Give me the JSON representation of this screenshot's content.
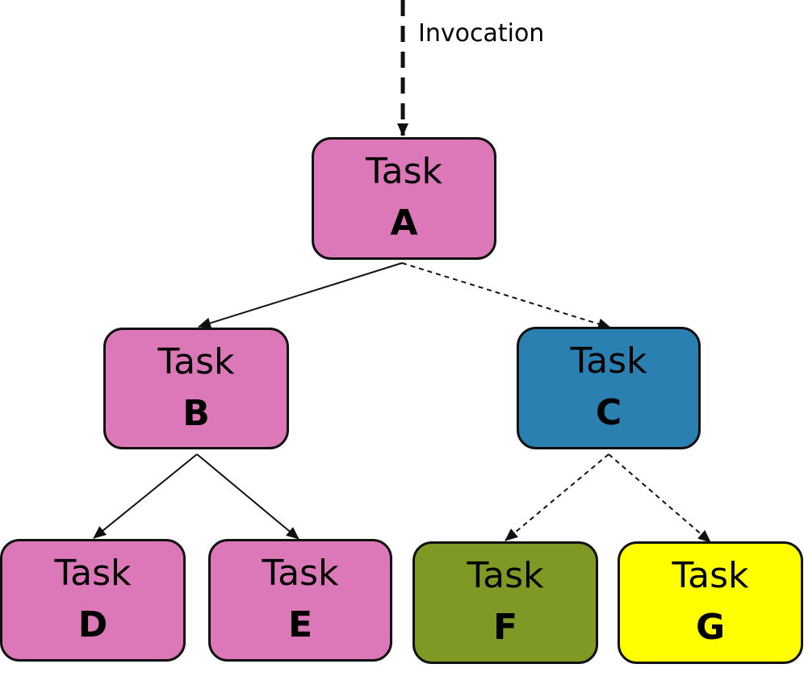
{
  "invocation": {
    "label": "Invocation"
  },
  "nodes": [
    {
      "id": "A",
      "word": "Task",
      "letter": "A",
      "fill": "#dd78b8"
    },
    {
      "id": "B",
      "word": "Task",
      "letter": "B",
      "fill": "#dd78b8"
    },
    {
      "id": "C",
      "word": "Task",
      "letter": "C",
      "fill": "#2a80b0"
    },
    {
      "id": "D",
      "word": "Task",
      "letter": "D",
      "fill": "#dd78b8"
    },
    {
      "id": "E",
      "word": "Task",
      "letter": "E",
      "fill": "#dd78b8"
    },
    {
      "id": "F",
      "word": "Task",
      "letter": "F",
      "fill": "#7f9a24"
    },
    {
      "id": "G",
      "word": "Task",
      "letter": "G",
      "fill": "#ffff00"
    }
  ],
  "edges": [
    {
      "from": "invocation",
      "to": "A",
      "style": "dashed-thick"
    },
    {
      "from": "A",
      "to": "B",
      "style": "solid"
    },
    {
      "from": "A",
      "to": "C",
      "style": "dashed"
    },
    {
      "from": "B",
      "to": "D",
      "style": "solid"
    },
    {
      "from": "B",
      "to": "E",
      "style": "solid"
    },
    {
      "from": "C",
      "to": "F",
      "style": "dashed"
    },
    {
      "from": "C",
      "to": "G",
      "style": "dashed"
    }
  ],
  "colors": {
    "stroke": "#111111",
    "text": "#000000",
    "background": "#ffffff"
  }
}
